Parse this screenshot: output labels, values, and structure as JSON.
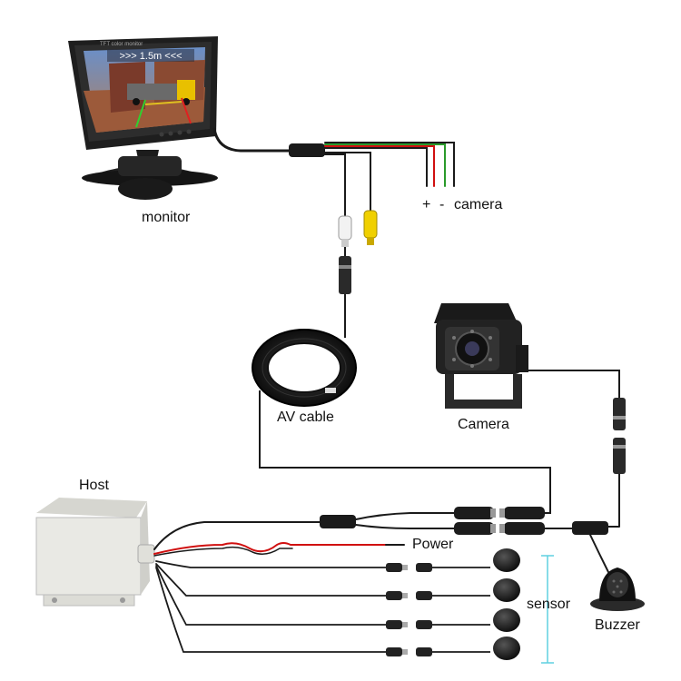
{
  "labels": {
    "monitor": "monitor",
    "camera_wires": "camera",
    "plus": "+",
    "minus": "-",
    "av_cable": "AV cable",
    "camera": "Camera",
    "host": "Host",
    "power": "Power",
    "sensor": "sensor",
    "buzzer": "Buzzer"
  },
  "screen": {
    "distance_readout": ">>> 1.5m <<<",
    "brand_text": "TFT color monitor"
  },
  "colors": {
    "wire_black": "#1a1a1a",
    "wire_red": "#d01010",
    "wire_green": "#2a9a2a",
    "rca_yellow": "#f0d000",
    "rca_white": "#f2f2f2",
    "sensor_bracket": "#5fd0e0",
    "host_box": "#e9e9e4"
  }
}
